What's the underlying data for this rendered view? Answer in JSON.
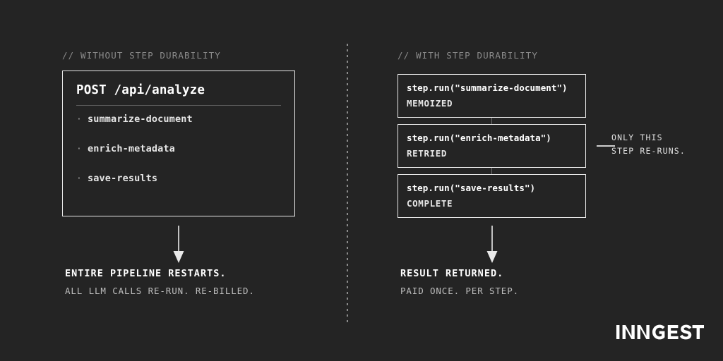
{
  "colors": {
    "background": "#242424",
    "border": "#e9e9e9",
    "text_primary": "#ffffff",
    "text_secondary": "#bdbdbd",
    "text_muted": "#8b8b8b",
    "rule": "#5c5c5c"
  },
  "left": {
    "comment": "// WITHOUT STEP DURABILITY",
    "card": {
      "title": "POST /api/analyze",
      "bullet": "·",
      "steps": [
        {
          "label": "summarize-document"
        },
        {
          "label": "enrich-metadata"
        },
        {
          "label": "save-results"
        }
      ]
    },
    "arrow_icon": "arrow-down-icon",
    "outcome": {
      "headline": "ENTIRE PIPELINE RESTARTS.",
      "detail": "ALL LLM CALLS RE-RUN. RE-BILLED."
    }
  },
  "right": {
    "comment": "// WITH STEP DURABILITY",
    "cards": [
      {
        "call": "step.run(\"summarize-document\")",
        "status": "MEMOIZED"
      },
      {
        "call": "step.run(\"enrich-metadata\")",
        "status": "RETRIED"
      },
      {
        "call": "step.run(\"save-results\")",
        "status": "COMPLETE"
      }
    ],
    "callout": {
      "line1": "ONLY THIS",
      "line2": "STEP RE-RUNS."
    },
    "arrow_icon": "arrow-down-icon",
    "outcome": {
      "headline": "RESULT RETURNED.",
      "detail": "PAID ONCE. PER STEP."
    }
  },
  "brand": {
    "wordmark": "INNGEST"
  }
}
